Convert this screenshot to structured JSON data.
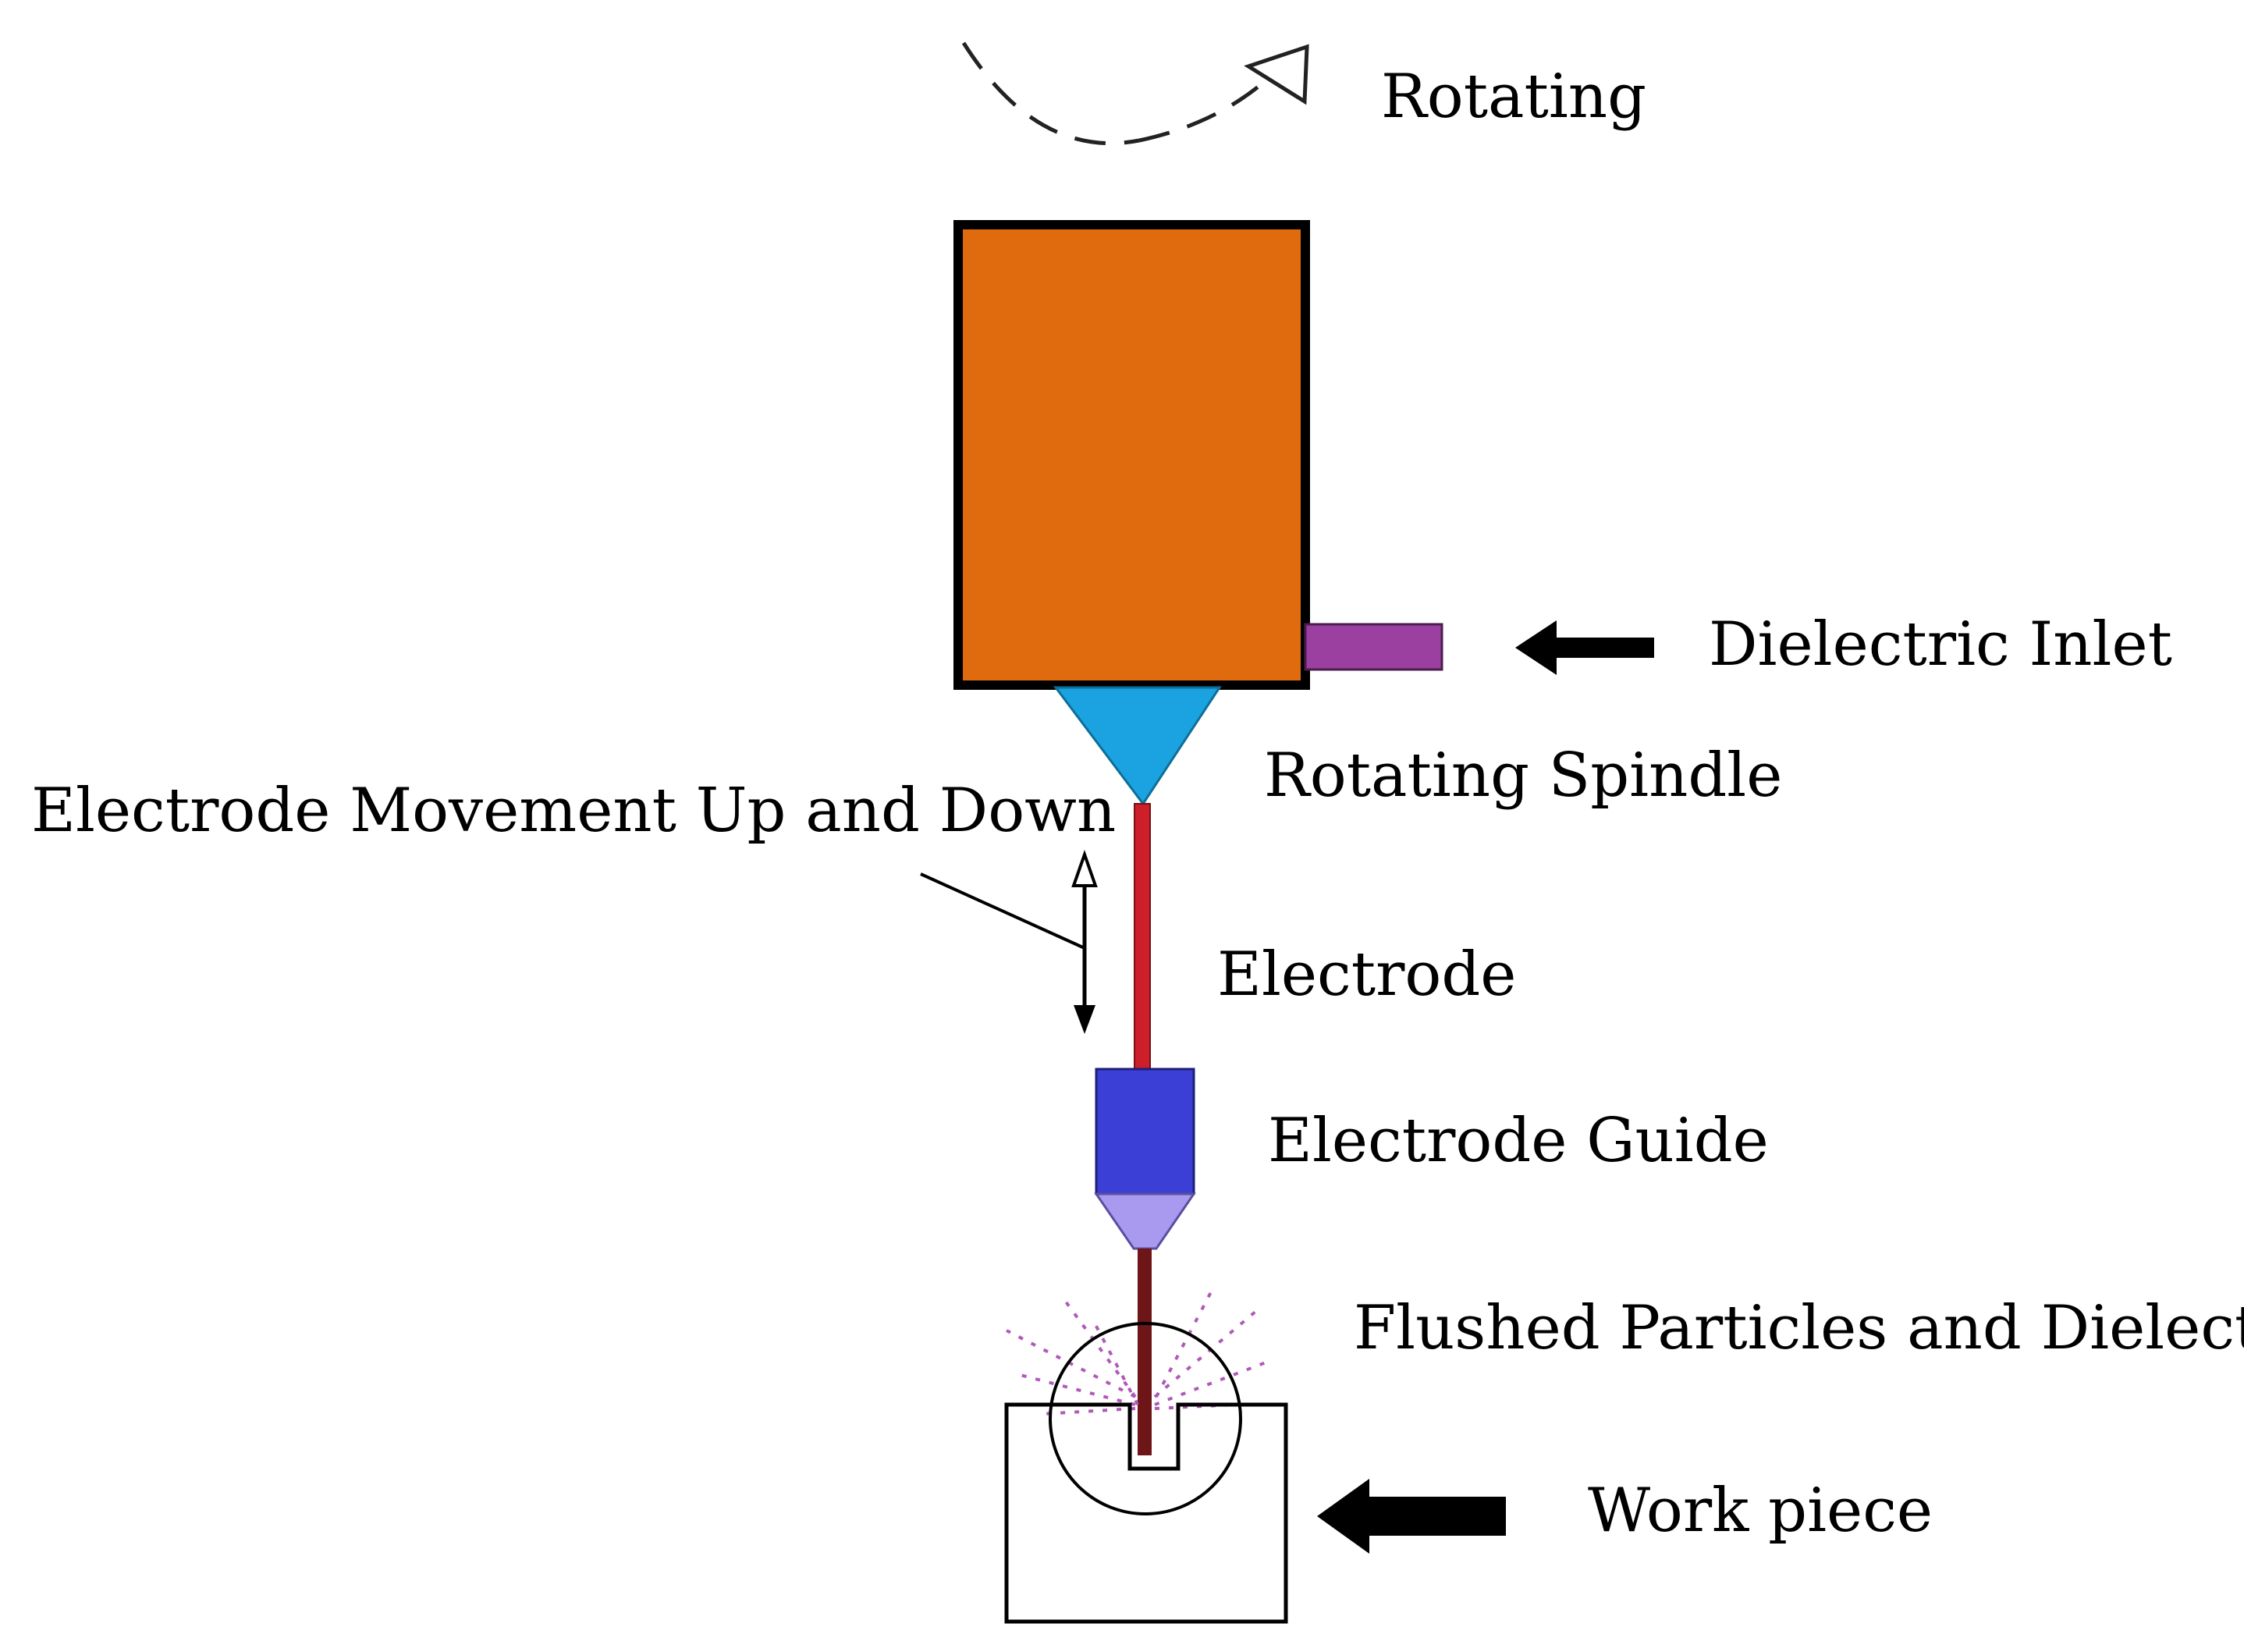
{
  "labels": {
    "rotating": "Rotating",
    "dielectric_inlet": "Dielectric Inlet",
    "rotating_spindle": "Rotating Spindle",
    "electrode_movement": "Electrode Movement Up and Down",
    "electrode": "Electrode",
    "electrode_guide": "Electrode Guide",
    "flushed_particles": "Flushed Particles and Dielectric",
    "work_piece": "Work piece"
  },
  "colors": {
    "spindle_head": "#e06b0e",
    "dielectric_pipe": "#9b3fa0",
    "spindle_cone": "#1aa3e0",
    "electrode_upper": "#cc1f2a",
    "electrode_lower": "#6e1518",
    "guide_body": "#3b3fd6",
    "guide_tip": "#a99af0",
    "particles": "#b05ab8"
  },
  "icons": {
    "rotation": "curved-arrow-icon",
    "inlet_arrow": "left-arrow-icon",
    "workpiece_arrow": "left-arrow-icon",
    "movement": "double-headed-vertical-arrow-icon"
  }
}
